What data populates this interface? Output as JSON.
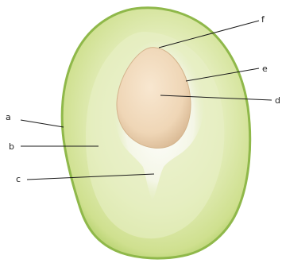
{
  "labels": {
    "a": "a",
    "b": "b",
    "c_left": "c",
    "d": "d",
    "e": "e",
    "f": "f"
  },
  "colors": {
    "background": "#ffffff",
    "skin": "#8fb84a",
    "flesh_outer": "#d7e6a6",
    "flesh_inner": "#eef3d5",
    "seed": "#f2dcc0",
    "seed_edge": "#dcbd98",
    "cavity": "#f7f6ee",
    "leader_line": "#1a1a1a",
    "label_text": "#222222"
  },
  "icons": {
    "image": "chayote-fruit-cross-section"
  }
}
